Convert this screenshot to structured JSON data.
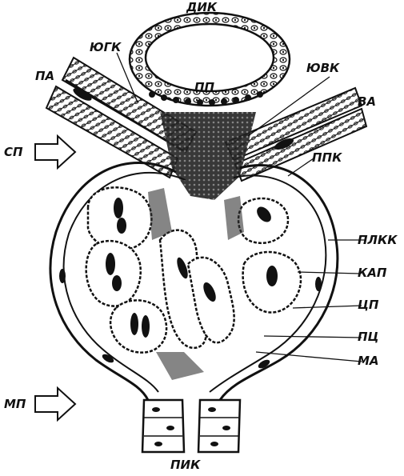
{
  "labels": {
    "dik": "ДИК",
    "yugk": "ЮГК",
    "pa": "ПА",
    "pp": "ПП",
    "yuvk": "ЮВК",
    "va": "ВА",
    "sp": "СП",
    "ppk": "ППК",
    "plkk": "ПЛКК",
    "kap": "КАП",
    "tsp": "ЦП",
    "pts": "ПЦ",
    "ma": "МА",
    "mp": "МП",
    "pik": "ПИК"
  },
  "colors": {
    "ink": "#111111",
    "paper": "#ffffff",
    "tissue": "#555555"
  }
}
